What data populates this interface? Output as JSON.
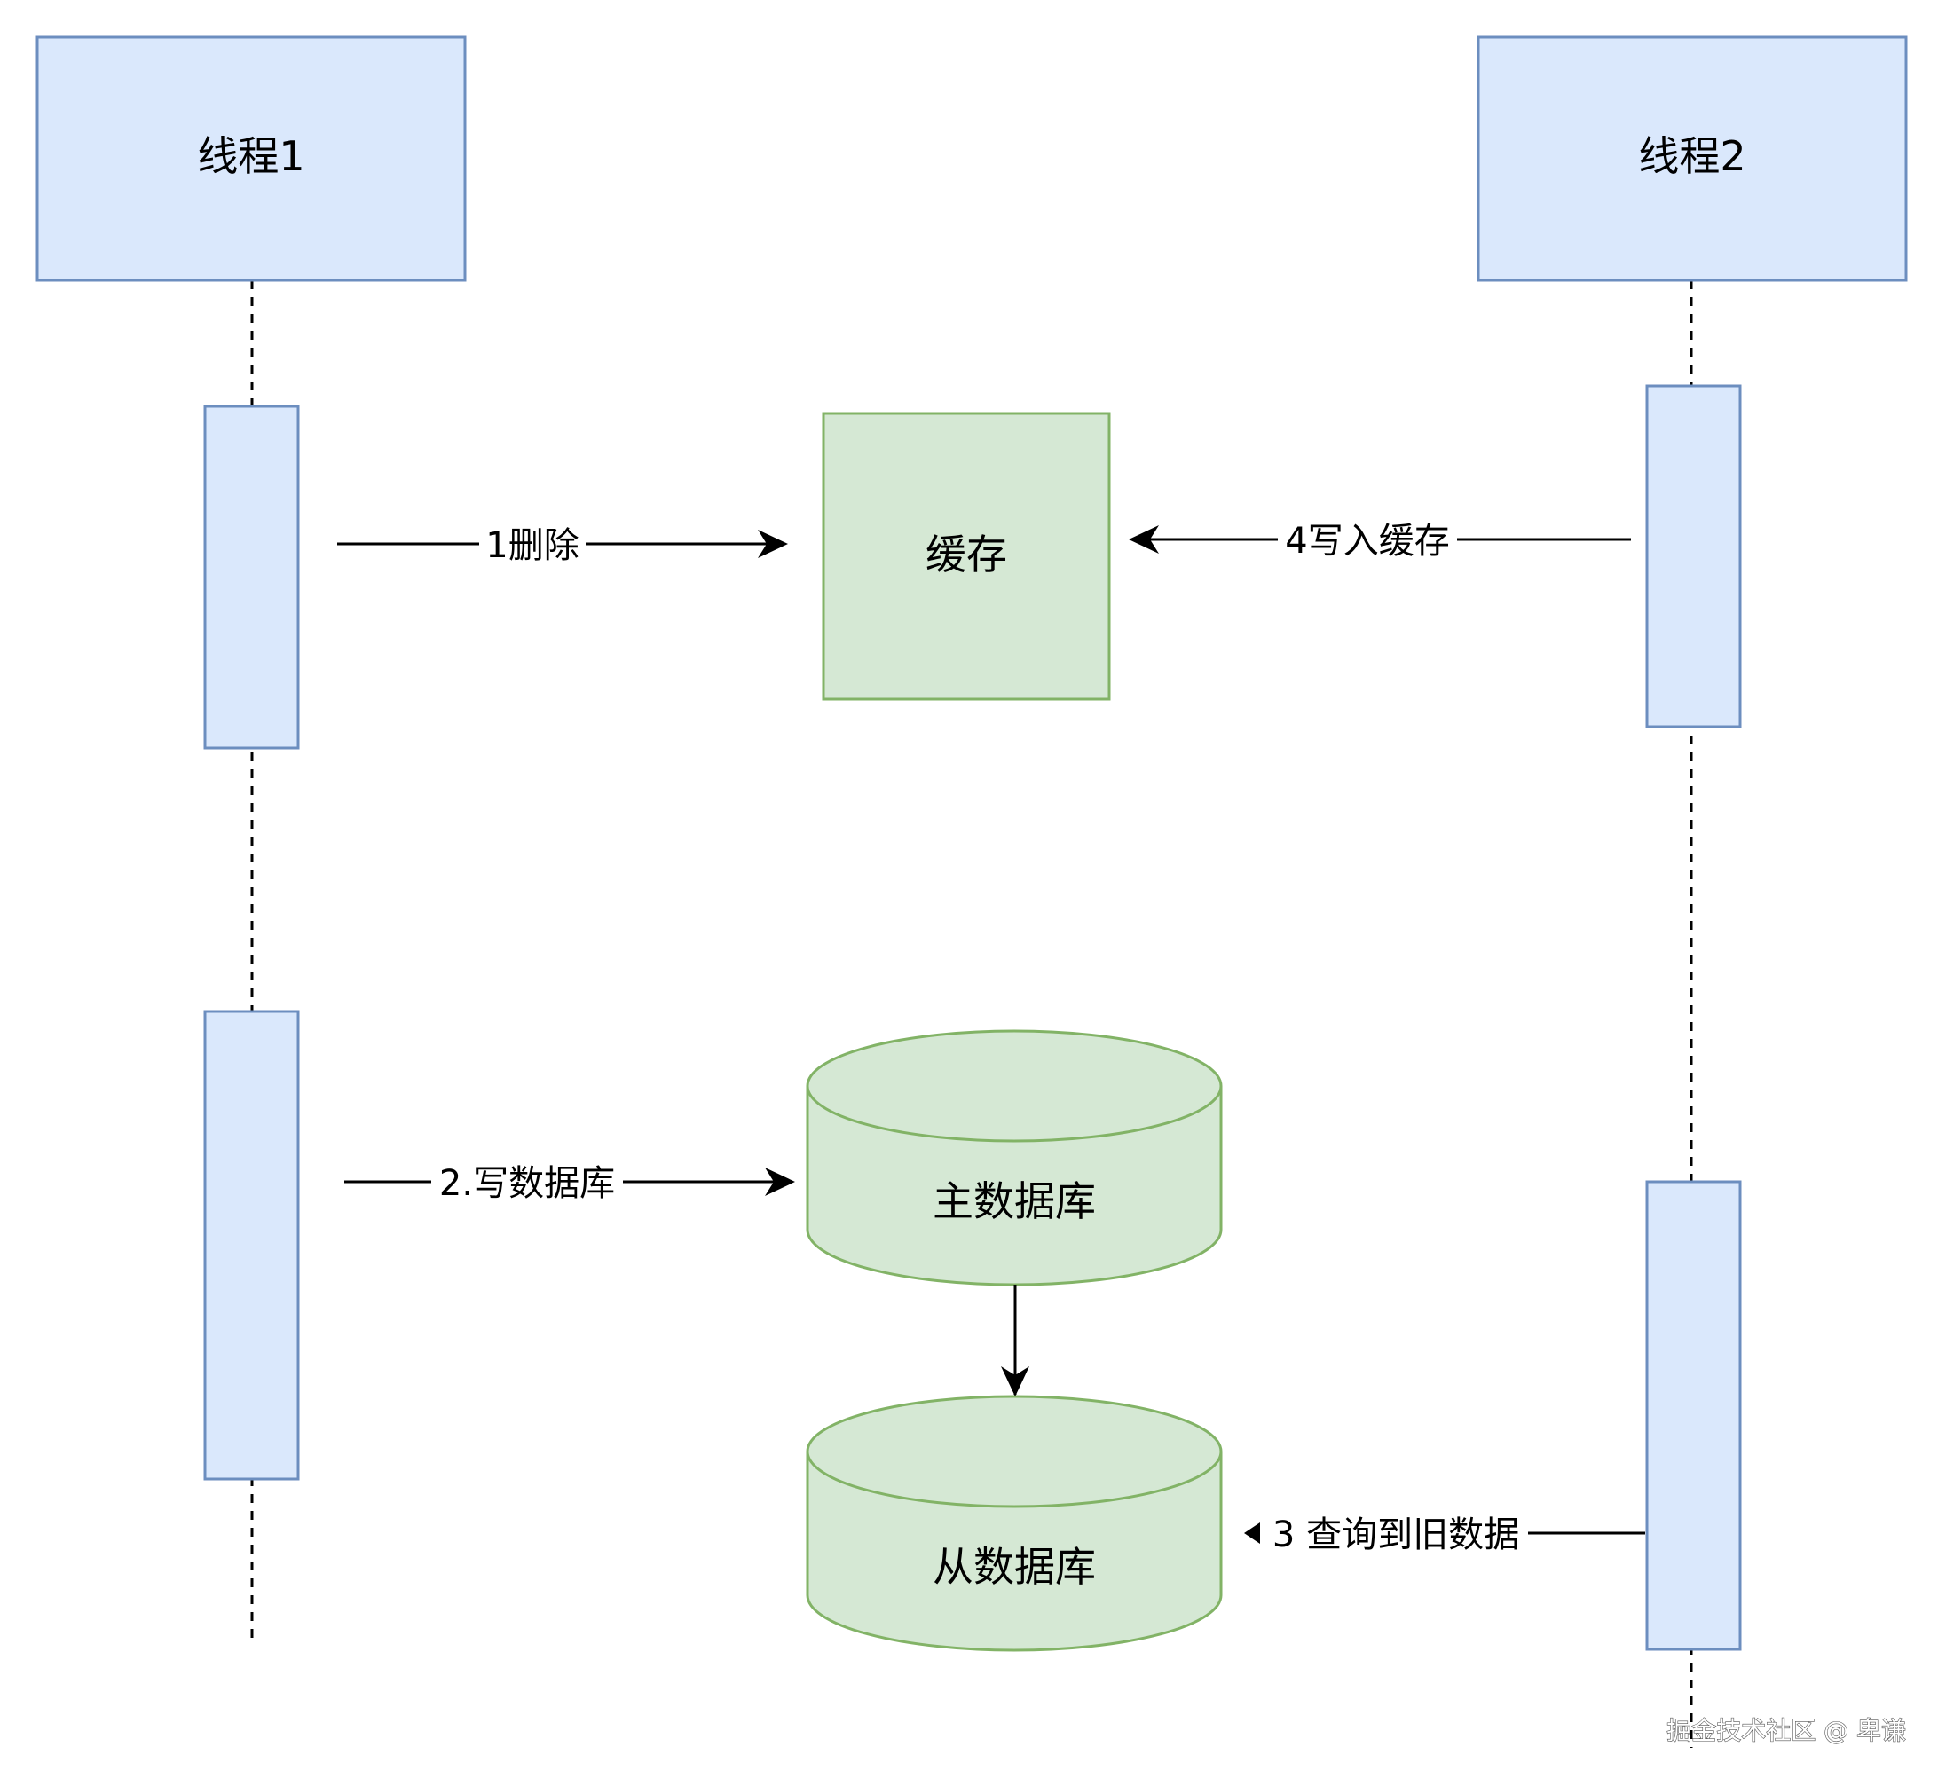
{
  "colors": {
    "thread_fill": "#dae8fc",
    "thread_stroke": "#6c8ebf",
    "store_fill": "#d5e8d4",
    "store_stroke": "#82b366",
    "line": "#000000"
  },
  "threads": {
    "t1": {
      "label": "线程1"
    },
    "t2": {
      "label": "线程2"
    }
  },
  "stores": {
    "cache": {
      "label": "缓存"
    },
    "master_db": {
      "label": "主数据库"
    },
    "slave_db": {
      "label": "从数据库"
    }
  },
  "edges": {
    "delete": {
      "label": "1删除"
    },
    "write_db": {
      "label": "2.写数据库"
    },
    "read_old": {
      "label": "3 查询到旧数据"
    },
    "write_cache": {
      "label": "4写入缓存"
    }
  },
  "watermark": {
    "text": "掘金技术社区 @ 卑谦"
  }
}
